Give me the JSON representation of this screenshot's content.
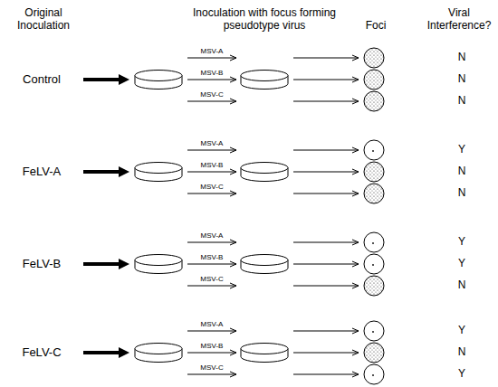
{
  "diagram": {
    "labels": [
      "Original Inoculation",
      "Inoculation with focus forming pseudotype virus",
      "Foci",
      "Viral Interference?",
      "Control",
      "MSV-A",
      "MSV-B",
      "MSV-C",
      "N",
      "N",
      "N",
      "FeLV-A",
      "MSV-A",
      "MSV-B",
      "MSV-C",
      "Y",
      "N",
      "N",
      "FeLV-B",
      "MSV-A",
      "MSV-B",
      "MSV-C",
      "Y",
      "Y",
      "N",
      "FeLV-C",
      "MSV-A",
      "MSV-B",
      "MSV-C",
      "Y",
      "N",
      "Y"
    ]
  }
}
